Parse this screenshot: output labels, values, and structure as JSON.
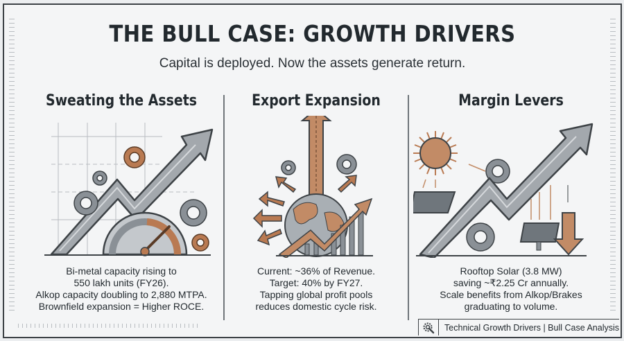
{
  "header": {
    "title": "THE BULL CASE: GROWTH DRIVERS",
    "subtitle": "Capital is deployed. Now the assets generate return."
  },
  "columns": [
    {
      "title": "Sweating the Assets",
      "icon": "rising-arrow-gears-gauge-icon",
      "lines": [
        "Bi-metal capacity rising to",
        "550 lakh units (FY26).",
        "Alkop capacity doubling to 2,880 MTPA.",
        "Brownfield expansion = Higher ROCE."
      ]
    },
    {
      "title": "Export Expansion",
      "icon": "globe-export-arrows-icon",
      "lines": [
        "Current: ~36% of Revenue.",
        "Target: 40% by FY27.",
        "Tapping global profit pools",
        "reduces domestic cycle risk."
      ]
    },
    {
      "title": "Margin Levers",
      "icon": "sun-solar-panel-arrow-icon",
      "lines": [
        "Rooftop Solar (3.8 MW)",
        "saving ~₹2.25 Cr annually.",
        "Scale benefits from Alkop/Brakes",
        "graduating to volume."
      ]
    }
  ],
  "footer": {
    "icon": "gear-wrench-icon",
    "text": "Technical Growth Drivers | Bull Case Analysis"
  },
  "colors": {
    "accent_copper": "#b97a52",
    "steel_gray": "#8a9096",
    "ink": "#22292e",
    "background": "#f4f5f6"
  }
}
